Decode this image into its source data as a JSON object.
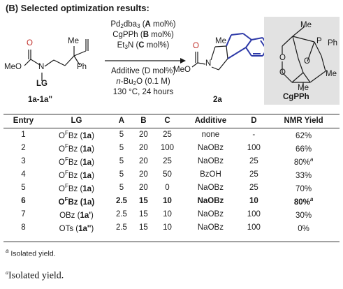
{
  "heading": "(B) Selected optimization results:",
  "scheme": {
    "reactant_label": "1a-1a''",
    "product_label": "2a",
    "ligand_label": "CgPPh",
    "conditions": [
      {
        "pre": "Pd",
        "sub1": "2",
        "mid": "dba",
        "sub2": "3",
        "post": " (",
        "bold": "A",
        "tail": " mol%)"
      },
      {
        "pre": "CgPPh (",
        "bold": "B",
        "tail": " mol%)"
      },
      {
        "pre": "Et",
        "sub1": "3",
        "mid": "N (",
        "bold": "C",
        "tail": " mol%)"
      }
    ],
    "conditions_low": {
      "additive": "Additive (D mol%)",
      "solvent_italic": "n",
      "solvent_rest": "-Bu",
      "solvent_sub": "2",
      "solvent_conc": "O (0.1 M)",
      "temp_time": "130 °C, 24 hours"
    },
    "atoms": {
      "me": "Me",
      "o": "O",
      "n": "N",
      "meo": "MeO",
      "lg": "LG",
      "ph": "Ph",
      "p": "P"
    }
  },
  "table": {
    "headers": [
      "Entry",
      "LG",
      "A",
      "B",
      "C",
      "Additive",
      "D",
      "NMR Yield"
    ],
    "rows": [
      {
        "entry": "1",
        "lg_pre": "O",
        "lg_sup": "F",
        "lg_post": "Bz (",
        "lg_cmpd": "1a",
        "lg_end": ")",
        "a": "5",
        "b": "20",
        "c": "25",
        "additive": "none",
        "d": "-",
        "yield": "62%",
        "yield_note": "",
        "bold": false
      },
      {
        "entry": "2",
        "lg_pre": "O",
        "lg_sup": "F",
        "lg_post": "Bz (",
        "lg_cmpd": "1a",
        "lg_end": ")",
        "a": "5",
        "b": "20",
        "c": "100",
        "additive": "NaOBz",
        "d": "100",
        "yield": "66%",
        "yield_note": "",
        "bold": false
      },
      {
        "entry": "3",
        "lg_pre": "O",
        "lg_sup": "F",
        "lg_post": "Bz (",
        "lg_cmpd": "1a",
        "lg_end": ")",
        "a": "5",
        "b": "20",
        "c": "25",
        "additive": "NaOBz",
        "d": "25",
        "yield": "80%",
        "yield_note": "a",
        "bold": false
      },
      {
        "entry": "4",
        "lg_pre": "O",
        "lg_sup": "F",
        "lg_post": "Bz (",
        "lg_cmpd": "1a",
        "lg_end": ")",
        "a": "5",
        "b": "20",
        "c": "50",
        "additive": "BzOH",
        "d": "25",
        "yield": "33%",
        "yield_note": "",
        "bold": false
      },
      {
        "entry": "5",
        "lg_pre": "O",
        "lg_sup": "F",
        "lg_post": "Bz (",
        "lg_cmpd": "1a",
        "lg_end": ")",
        "a": "5",
        "b": "20",
        "c": "0",
        "additive": "NaOBz",
        "d": "25",
        "yield": "70%",
        "yield_note": "",
        "bold": false
      },
      {
        "entry": "6",
        "lg_pre": "O",
        "lg_sup": "F",
        "lg_post": "Bz (",
        "lg_cmpd": "1a",
        "lg_end": ")",
        "a": "2.5",
        "b": "15",
        "c": "10",
        "additive": "NaOBz",
        "d": "10",
        "yield": "80%",
        "yield_note": "a",
        "bold": true
      },
      {
        "entry": "7",
        "lg_pre": "OBz (",
        "lg_sup": "",
        "lg_post": "",
        "lg_cmpd": "1a'",
        "lg_end": ")",
        "a": "2.5",
        "b": "15",
        "c": "10",
        "additive": "NaOBz",
        "d": "100",
        "yield": "30%",
        "yield_note": "",
        "bold": false
      },
      {
        "entry": "8",
        "lg_pre": "OTs (",
        "lg_sup": "",
        "lg_post": "",
        "lg_cmpd": "1a''",
        "lg_end": ")",
        "a": "2.5",
        "b": "15",
        "c": "10",
        "additive": "NaOBz",
        "d": "100",
        "yield": "0%",
        "yield_note": "",
        "bold": false
      }
    ]
  },
  "footnote": {
    "marker": "a",
    "text": " Isolated yield."
  },
  "footnote_repeat": {
    "marker": "a",
    "text": "Isolated yield."
  }
}
